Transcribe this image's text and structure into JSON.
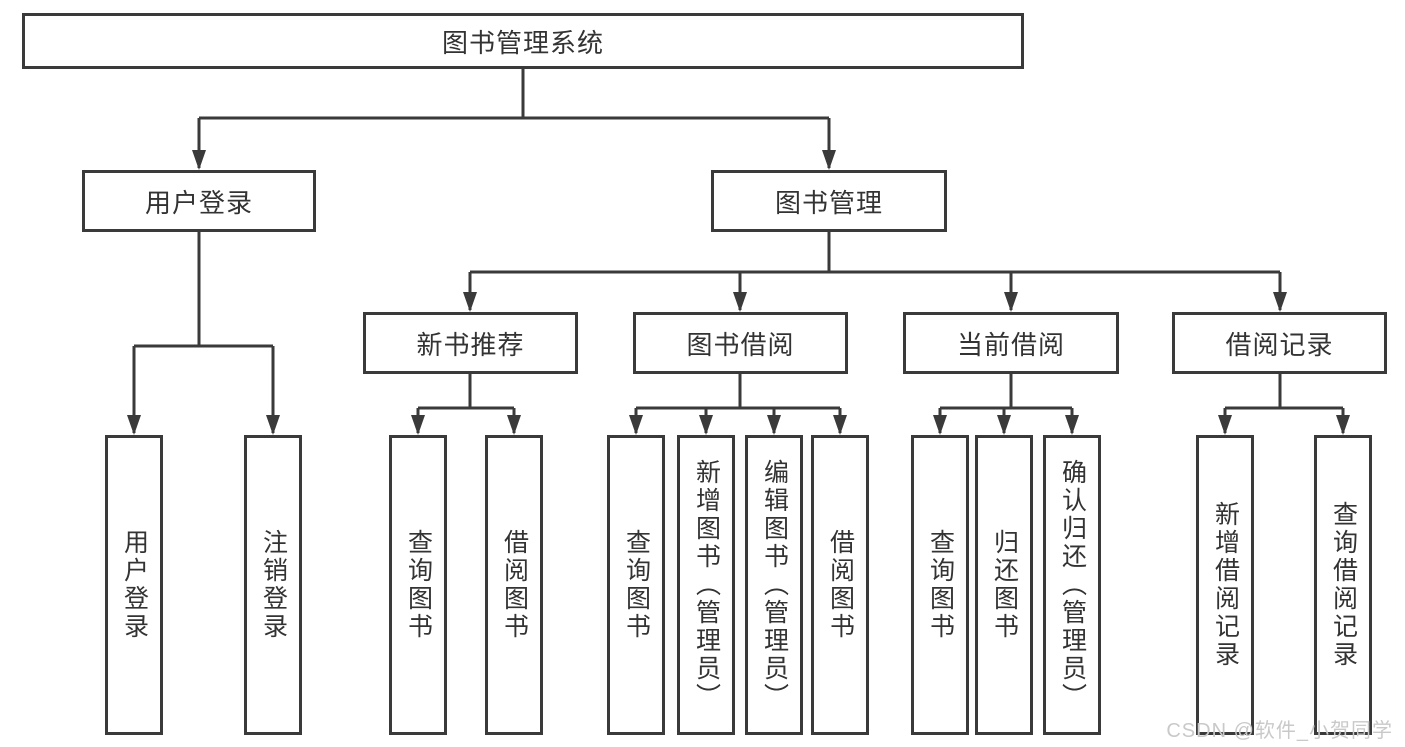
{
  "diagram": {
    "root": {
      "label": "图书管理系统"
    },
    "branches": [
      {
        "label": "用户登录",
        "children": [
          {
            "label": "用户登录"
          },
          {
            "label": "注销登录"
          }
        ]
      },
      {
        "label": "图书管理",
        "children": [
          {
            "label": "新书推荐",
            "children": [
              {
                "label": "查询图书"
              },
              {
                "label": "借阅图书"
              }
            ]
          },
          {
            "label": "图书借阅",
            "children": [
              {
                "label": "查询图书"
              },
              {
                "label": "新增图书（管理员）"
              },
              {
                "label": "编辑图书（管理员）"
              },
              {
                "label": "借阅图书"
              }
            ]
          },
          {
            "label": "当前借阅",
            "children": [
              {
                "label": "查询图书"
              },
              {
                "label": "归还图书"
              },
              {
                "label": "确认归还（管理员）"
              }
            ]
          },
          {
            "label": "借阅记录",
            "children": [
              {
                "label": "新增借阅记录"
              },
              {
                "label": "查询借阅记录"
              }
            ]
          }
        ]
      }
    ]
  },
  "watermark": {
    "text": "CSDN @软件_小贺同学"
  },
  "colors": {
    "line": "#3a3a3a",
    "text": "#333333",
    "background": "#ffffff",
    "watermark": "#c9c9c9"
  }
}
